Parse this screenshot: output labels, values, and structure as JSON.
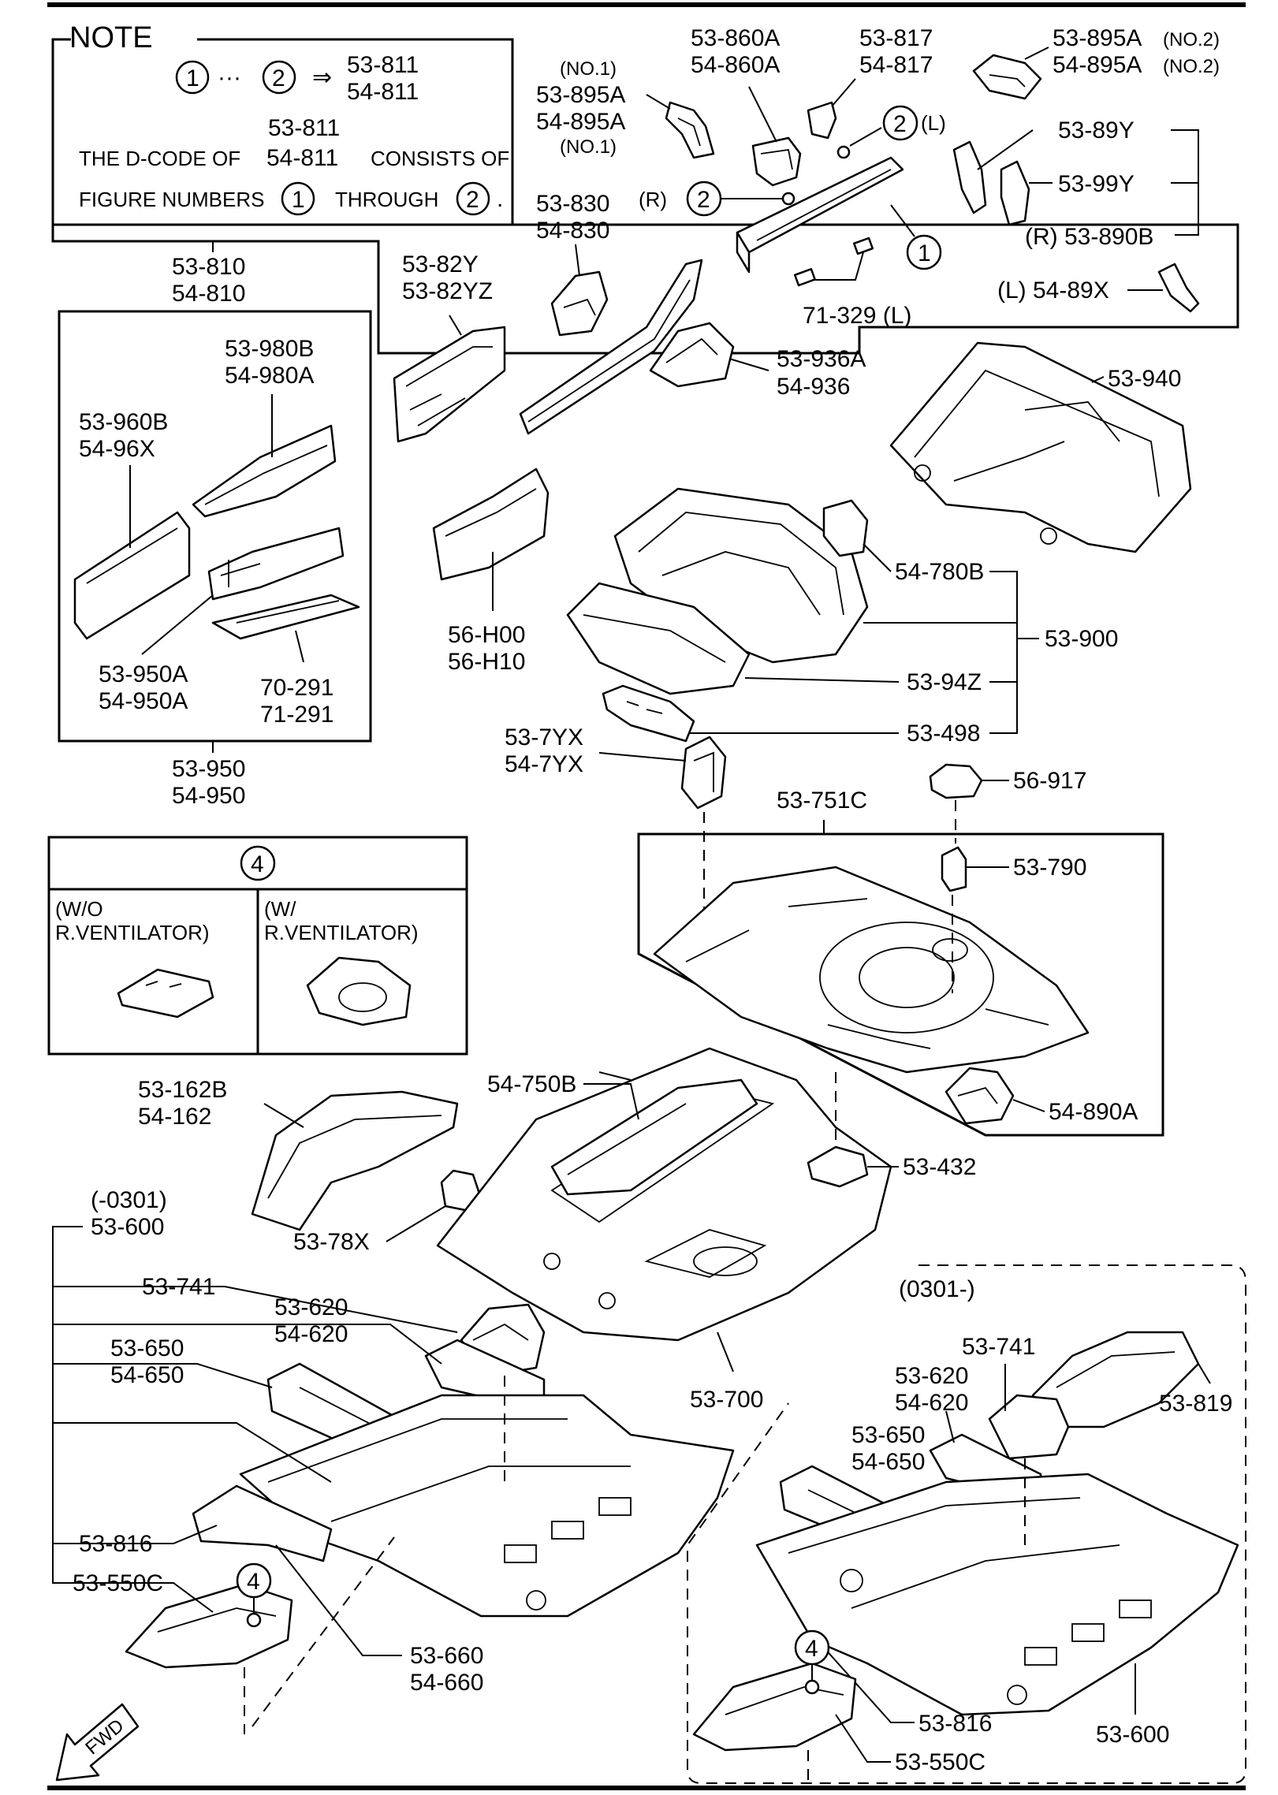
{
  "note": {
    "title": "NOTE",
    "range_from": "1",
    "range_sep": "···",
    "range_to": "2",
    "arrow": "⇒",
    "code_a": "53-811",
    "code_b": "54-811",
    "line1_code_a": "53-811",
    "line1_left": "THE D-CODE OF",
    "line1_code_b": "54-811",
    "line1_right": "CONSISTS OF",
    "line2_left": "FIGURE NUMBERS",
    "line2_num1": "1",
    "line2_mid": "THROUGH",
    "line2_num2": "2",
    "line2_end": "."
  },
  "box4": {
    "number": "4",
    "left_label_1": "(W/O",
    "left_label_2": "R.VENTILATOR)",
    "right_label_1": "(W/",
    "right_label_2": "R.VENTILATOR)"
  },
  "callouts": {
    "one": "1",
    "two": "2",
    "four": "4",
    "l_suffix": "(L)",
    "r_prefix": "(R)"
  },
  "labels": {
    "p53_860A": "53-860A",
    "p54_860A": "54-860A",
    "p53_817": "53-817",
    "p54_817": "54-817",
    "p53_895A_no2": "53-895A",
    "p54_895A_no2": "54-895A",
    "no2": "(NO.2)",
    "no1a": "(NO.1)",
    "p53_895A_no1": "53-895A",
    "p54_895A_no1": "54-895A",
    "no1b": "(NO.1)",
    "p53_89Y": "53-89Y",
    "p53_99Y": "53-99Y",
    "p53_890B": "(R) 53-890B",
    "p54_89X": "(L) 54-89X",
    "p53_830": "53-830",
    "p54_830": "54-830",
    "p71_329": "71-329 (L)",
    "p53_810": "53-810",
    "p54_810": "54-810",
    "p53_82Y": "53-82Y",
    "p53_82YZ": "53-82YZ",
    "p53_936A": "53-936A",
    "p54_936": "54-936",
    "p53_940": "53-940",
    "p53_980B": "53-980B",
    "p54_980A": "54-980A",
    "p53_960B": "53-960B",
    "p54_96X": "54-96X",
    "p53_950A": "53-950A",
    "p54_950A": "54-950A",
    "p70_291": "70-291",
    "p71_291": "71-291",
    "p53_950": "53-950",
    "p54_950": "54-950",
    "p56_H00": "56-H00",
    "p56_H10": "56-H10",
    "p54_780B": "54-780B",
    "p53_900": "53-900",
    "p53_94Z": "53-94Z",
    "p53_498": "53-498",
    "p53_7YX": "53-7YX",
    "p54_7YX": "54-7YX",
    "p53_751C": "53-751C",
    "p56_917": "56-917",
    "p53_790": "53-790",
    "p54_890A": "54-890A",
    "p53_162B": "53-162B",
    "p54_162": "54-162",
    "p54_750B": "54-750B",
    "p53_432": "53-432",
    "p53_78X": "53-78X",
    "range_old": "(-0301)",
    "p53_600a": "53-600",
    "p53_741a": "53-741",
    "p53_620a": "53-620",
    "p54_620a": "54-620",
    "p53_650a": "53-650",
    "p54_650a": "54-650",
    "p53_700": "53-700",
    "p53_816a": "53-816",
    "p53_550Ca": "53-550C",
    "p53_660": "53-660",
    "p54_660": "54-660",
    "range_new": "(0301-)",
    "p53_741b": "53-741",
    "p53_620b": "53-620",
    "p54_620b": "54-620",
    "p53_650b": "53-650",
    "p54_650b": "54-650",
    "p53_819": "53-819",
    "p53_816b": "53-816",
    "p53_550Cb": "53-550C",
    "p53_600b": "53-600",
    "fwd": "FWD"
  }
}
